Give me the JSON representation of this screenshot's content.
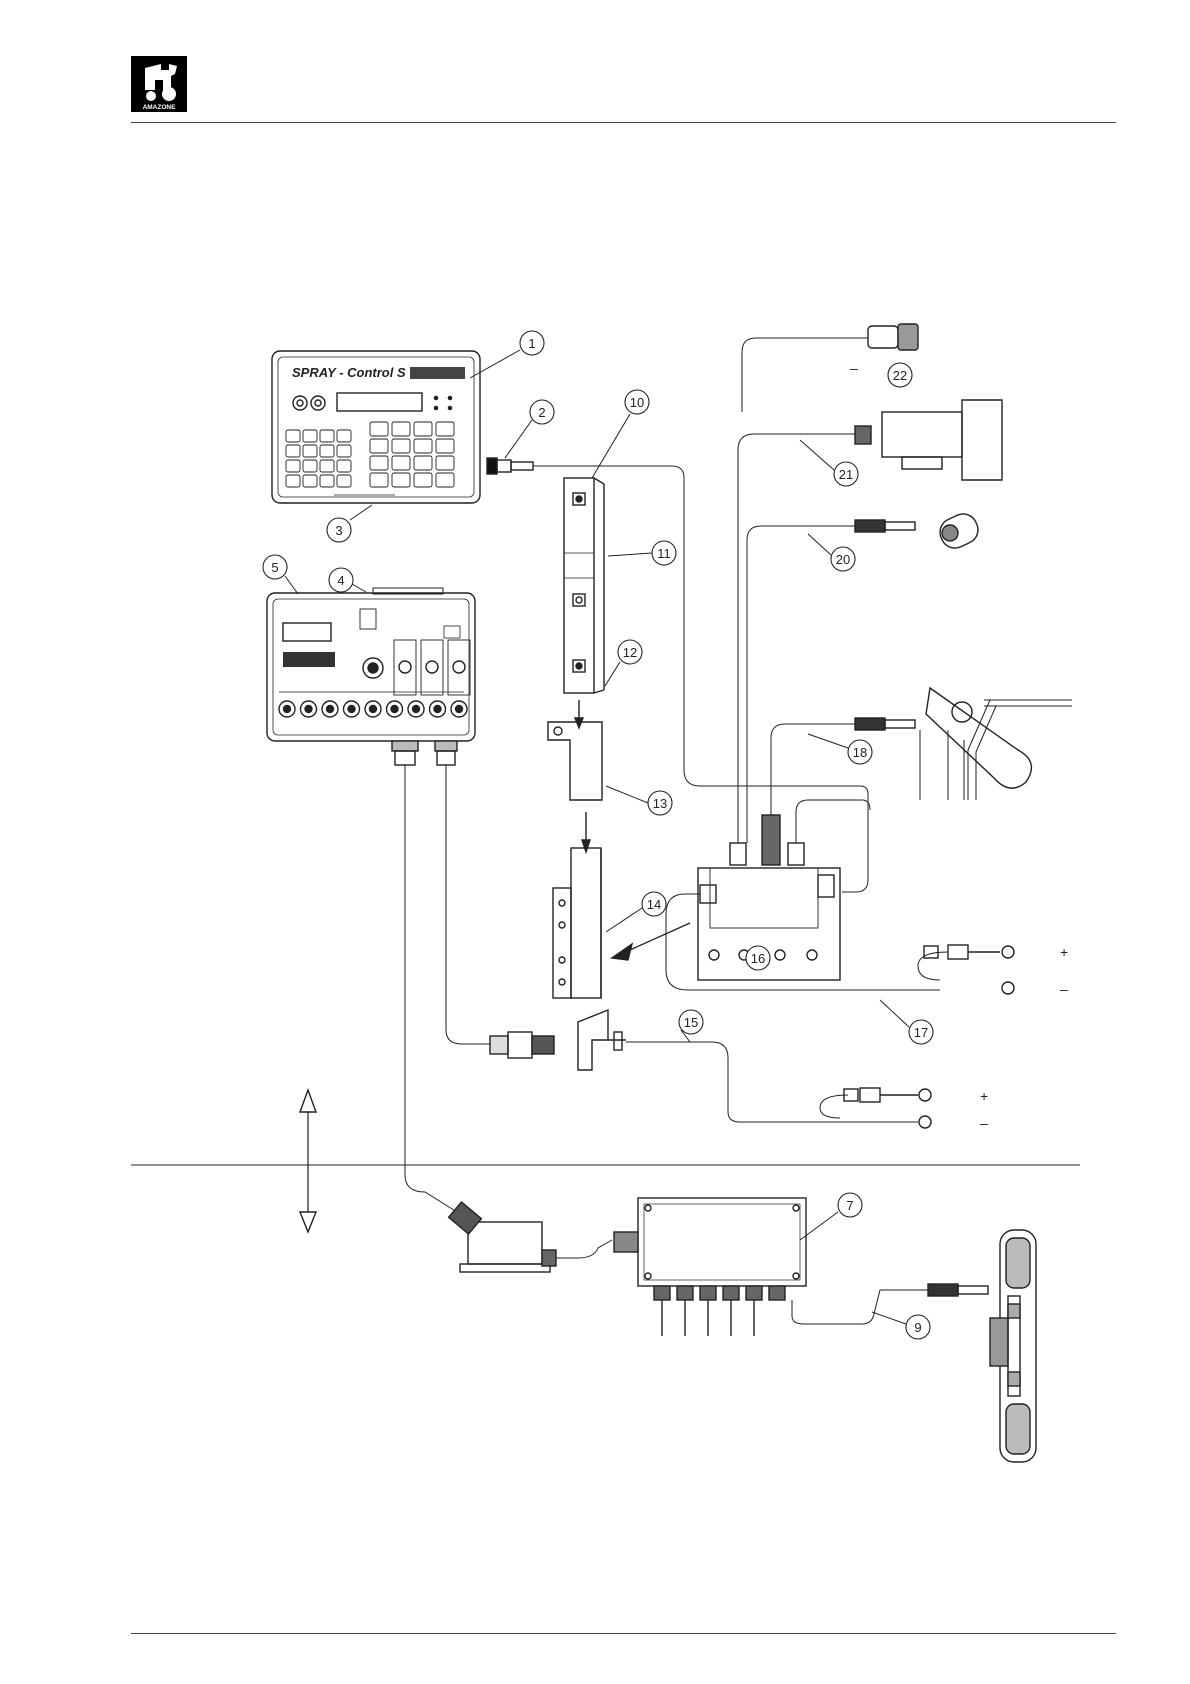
{
  "header": {
    "logo_text": "AMAZONE"
  },
  "diagram": {
    "unit_1_title": "SPRAY - Control S",
    "callouts": [
      "1",
      "2",
      "3",
      "4",
      "5",
      "7",
      "9",
      "10",
      "11",
      "12",
      "13",
      "14",
      "15",
      "16",
      "17",
      "18",
      "20",
      "21",
      "22"
    ],
    "polarity": {
      "plus": "+",
      "minus": "–"
    }
  }
}
